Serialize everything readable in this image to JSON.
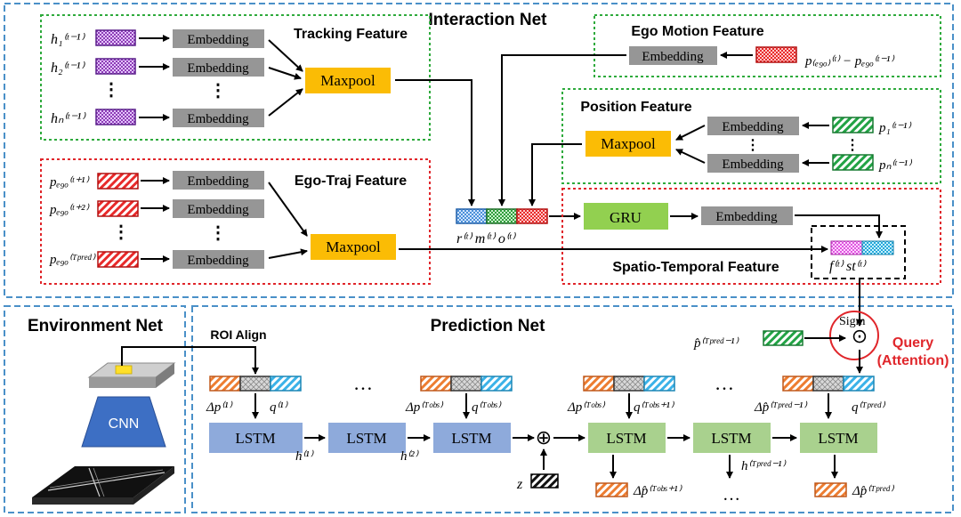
{
  "sections": {
    "interaction_net": "Interaction Net",
    "environment_net": "Environment Net",
    "prediction_net": "Prediction Net"
  },
  "groups": {
    "tracking": "Tracking Feature",
    "ego_motion": "Ego Motion Feature",
    "position": "Position Feature",
    "ego_traj": "Ego-Traj Feature",
    "spatio_temporal": "Spatio-Temporal Feature"
  },
  "blocks": {
    "embedding": "Embedding",
    "maxpool": "Maxpool",
    "gru": "GRU",
    "lstm": "LSTM",
    "cnn": "CNN",
    "roi_align": "ROI Align",
    "sigm": "Sigm"
  },
  "math": {
    "tracking_inputs": [
      "h₁⁽ᵗ⁻¹⁾",
      "h₂⁽ᵗ⁻¹⁾",
      "hₙ⁽ᵗ⁻¹⁾"
    ],
    "ego_motion_input": "p₍ₑ₉ₒ₎⁽ᵗ⁾ − pₑ₉ₒ⁽ᵗ⁻¹⁾",
    "position_inputs": [
      "p₁⁽ᵗ⁻¹⁾",
      "pₙ⁽ᵗ⁻¹⁾"
    ],
    "ego_traj_inputs": [
      "pₑ₉ₒ⁽ᵗ⁺¹⁾",
      "pₑ₉ₒ⁽ᵗ⁺²⁾",
      "pₑ₉ₒ⁽ᵀᵖʳᵉᵈ⁾"
    ],
    "rmo": "r⁽ᵗ⁾ m⁽ᵗ⁾ o⁽ᵗ⁾",
    "fst": "f⁽ᵗ⁾  st⁽ᵗ⁾",
    "phat": "p̂⁽ᵀᵖʳᵉᵈ⁻¹⁾",
    "dp1": "Δp⁽¹⁾",
    "q1": "q⁽¹⁾",
    "dp_obs": "Δp⁽ᵀᵒᵇˢ⁾",
    "q_obs": "q⁽ᵀᵒᵇˢ⁾",
    "dp_obs2": "Δp⁽ᵀᵒᵇˢ⁾",
    "q_obs1": "q⁽ᵀᵒᵇˢ⁺¹⁾",
    "dphat_pred1": "Δp̂⁽ᵀᵖʳᵉᵈ⁻¹⁾",
    "q_pred": "q⁽ᵀᵖʳᵉᵈ⁾",
    "h1": "h⁽¹⁾",
    "h2": "h⁽²⁾",
    "h_pred1": "h⁽ᵀᵖʳᵉᵈ⁻¹⁾",
    "z": "z",
    "out_obs1": "Δp̂⁽ᵀᵒᵇˢ⁺¹⁾",
    "out_pred": "Δp̂⁽ᵀᵖʳᵉᵈ⁾"
  },
  "symbols": {
    "oplus": "⊕",
    "odot": "⊙",
    "ellipsis": "…",
    "vdots": "⋮"
  },
  "annotation": {
    "query_line1": "Query",
    "query_line2": "(Attention)"
  },
  "colors": {
    "panel_border": "#4a90c8",
    "green_dotted": "#2eaa3c",
    "red_dotted": "#e0262b",
    "embedding_gray": "#969696",
    "maxpool_orange": "#fbbc05",
    "gru_green": "#92d050",
    "lstm_blue": "#8eaadb",
    "lstm_green": "#a9d18e",
    "query_red": "#e0262b"
  }
}
